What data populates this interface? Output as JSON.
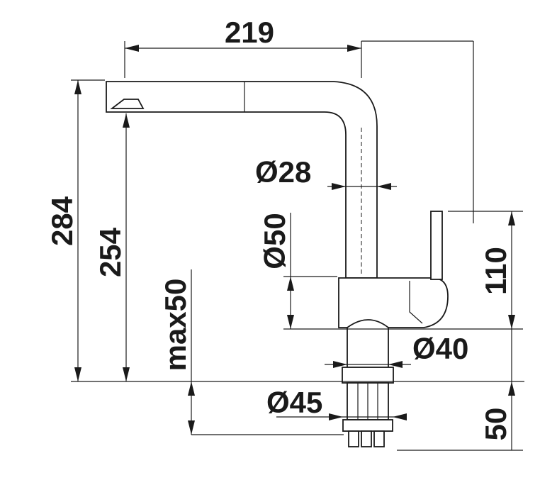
{
  "dimensions": {
    "width_219": "219",
    "height_284": "284",
    "height_254": "254",
    "max50": "max50",
    "dia28": "Ø28",
    "dia50": "Ø50",
    "dia40": "Ø40",
    "dia45": "Ø45",
    "h110": "110",
    "h50": "50"
  },
  "colors": {
    "line": "#1a1a1a",
    "background": "#ffffff"
  }
}
